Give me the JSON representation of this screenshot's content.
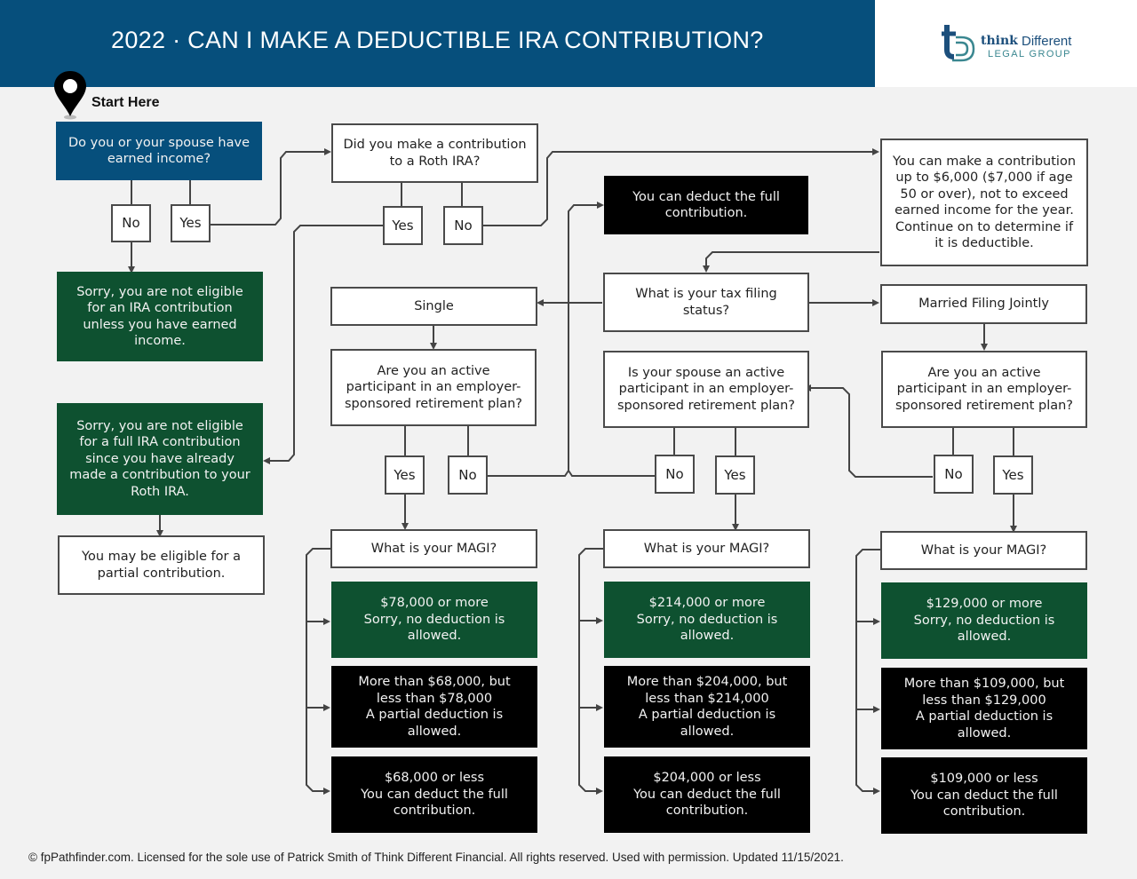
{
  "header": {
    "title": "2022 · CAN I MAKE A DEDUCTIBLE IRA CONTRIBUTION?",
    "colors": {
      "header_blue": "#064f7c",
      "green": "#0e5130",
      "black": "#000000",
      "background": "#f2f2f2"
    }
  },
  "logo": {
    "think": "think",
    "different": "Different",
    "legal_group": "LEGAL GROUP",
    "icon": "td-monogram-icon"
  },
  "start": {
    "label": "Start Here",
    "icon": "map-pin-icon"
  },
  "nodes": {
    "earned_income": "Do you or your spouse have earned income?",
    "earned_no": "No",
    "earned_yes": "Yes",
    "not_eligible": "Sorry, you are not eligible for an IRA contribution unless you have earned income.",
    "roth_question": "Did you make a contribution to a Roth IRA?",
    "roth_yes": "Yes",
    "roth_no": "No",
    "roth_not_full": "Sorry, you are not eligible for a full IRA contribution since you have already made a contribution to your Roth IRA.",
    "partial_contribution": "You may be eligible for a partial contribution.",
    "can_contribute": "You can make a contribution up to $6,000 ($7,000 if age 50 or over), not to exceed earned income for the year. Continue on to determine if it is deductible.",
    "deduct_full": "You can deduct the full contribution.",
    "filing_status": "What is your tax filing status?",
    "single": "Single",
    "mfj": "Married Filing Jointly",
    "single_active": "Are you an active participant in an employer-sponsored retirement plan?",
    "single_yes": "Yes",
    "single_no": "No",
    "spouse_active": "Is your spouse an active participant in an employer-sponsored retirement plan?",
    "spouse_no": "No",
    "spouse_yes": "Yes",
    "mfj_active": "Are you an active participant in an employer-sponsored retirement plan?",
    "mfj_no": "No",
    "mfj_yes": "Yes"
  },
  "magi_columns": [
    {
      "question": "What is your MAGI?",
      "high": "$78,000 or more\nSorry, no deduction is allowed.",
      "mid": "More than $68,000, but less than $78,000\nA partial deduction is allowed.",
      "low": "$68,000 or less\nYou can deduct the full contribution."
    },
    {
      "question": "What is your MAGI?",
      "high": "$214,000 or more\nSorry, no deduction is allowed.",
      "mid": "More than $204,000, but less than $214,000\nA partial deduction is allowed.",
      "low": "$204,000 or less\nYou can deduct the full contribution."
    },
    {
      "question": "What is your MAGI?",
      "high": "$129,000 or more\nSorry, no deduction is allowed.",
      "mid": "More than $109,000, but less than $129,000\nA partial deduction is allowed.",
      "low": "$109,000 or less\nYou can deduct the full contribution."
    }
  ],
  "footer": "© fpPathfinder.com. Licensed for the sole use of Patrick Smith of Think Different Financial. All rights reserved. Used with permission. Updated 11/15/2021."
}
